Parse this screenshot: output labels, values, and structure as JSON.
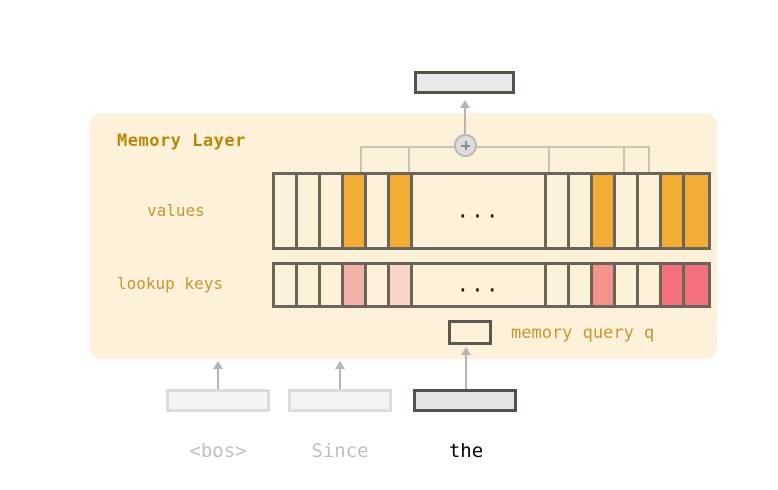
{
  "diagram": {
    "title": "Memory Layer",
    "output_box": {
      "name": "output-representation"
    },
    "combine_node": {
      "symbol": "+",
      "name": "sum-node"
    },
    "rows": [
      {
        "id": "values",
        "label": "values",
        "left_cells": [
          {
            "state": "empty"
          },
          {
            "state": "empty"
          },
          {
            "state": "empty"
          },
          {
            "state": "highlight-strong",
            "color": "#f2ab33"
          },
          {
            "state": "empty"
          },
          {
            "state": "highlight-strong",
            "color": "#f2ab33"
          }
        ],
        "gap_text": "...",
        "right_cells": [
          {
            "state": "empty"
          },
          {
            "state": "empty"
          },
          {
            "state": "highlight-strong",
            "color": "#f2ab33"
          },
          {
            "state": "empty"
          },
          {
            "state": "empty"
          },
          {
            "state": "highlight-strong",
            "color": "#f2ab33"
          },
          {
            "state": "highlight-strong",
            "color": "#f2ab33"
          }
        ]
      },
      {
        "id": "lookup-keys",
        "label": "lookup keys",
        "left_cells": [
          {
            "state": "empty"
          },
          {
            "state": "empty"
          },
          {
            "state": "empty"
          },
          {
            "state": "highlight-medium",
            "color": "#f3b0a6"
          },
          {
            "state": "empty"
          },
          {
            "state": "highlight-weak",
            "color": "#f8d5c6"
          }
        ],
        "gap_text": "...",
        "right_cells": [
          {
            "state": "empty"
          },
          {
            "state": "empty"
          },
          {
            "state": "highlight-medium",
            "color": "#f4938c"
          },
          {
            "state": "empty"
          },
          {
            "state": "empty"
          },
          {
            "state": "highlight-strong",
            "color": "#f4707e"
          },
          {
            "state": "highlight-strong",
            "color": "#f4707e"
          }
        ]
      }
    ],
    "query": {
      "label": "memory query q",
      "box_name": "memory-query-box"
    },
    "tokens": [
      {
        "text": "<bos>",
        "emphasis": "dim"
      },
      {
        "text": "Since",
        "emphasis": "dim"
      },
      {
        "text": "the",
        "emphasis": "strong"
      }
    ],
    "colors": {
      "panel_background": "#fdf2d9",
      "panel_text": "#c8952f",
      "title_text": "#b8860b",
      "cell_border": "#6b6459",
      "connector": "#c9c4b4",
      "arrow": "#b5b5b5",
      "value_highlight": "#f2ab33",
      "key_highlight": "#f4707e"
    }
  }
}
